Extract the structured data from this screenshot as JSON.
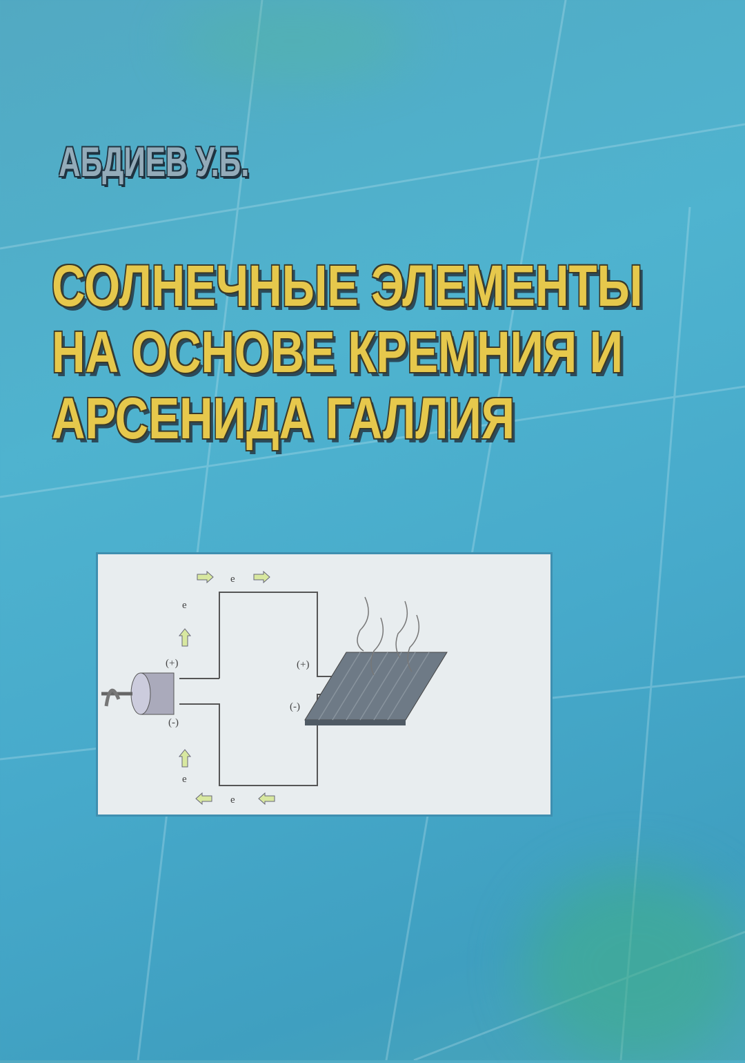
{
  "cover": {
    "author": "АБДИЕВ У.Б.",
    "title_lines": [
      "СОЛНЕЧНЫЕ ЭЛЕМЕНТЫ",
      "НА ОСНОВЕ КРЕМНИЯ И",
      "АРСЕНИДА ГАЛЛИЯ"
    ],
    "colors": {
      "background": "#4fb3cf",
      "title": "#e6c84c",
      "author": "#93abb9"
    }
  },
  "diagram": {
    "electron_label": "e",
    "electron_superscript": "-",
    "generator_plus": "(+)",
    "generator_minus": "(-)",
    "panel_plus": "(+)",
    "panel_minus": "(-)",
    "icons": [
      "generator-icon",
      "solar-panel-icon",
      "arrow-right-icon",
      "arrow-left-icon",
      "arrow-up-icon",
      "heat-waves-icon"
    ]
  }
}
